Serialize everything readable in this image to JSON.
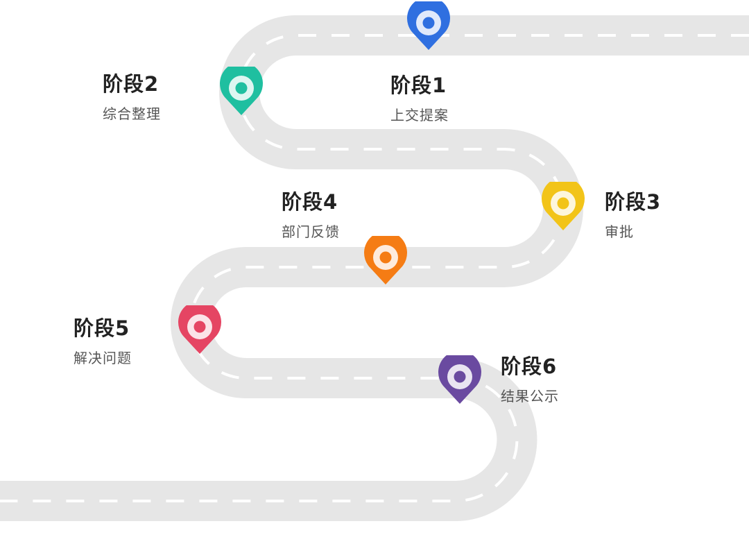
{
  "stages": [
    {
      "title": "阶段1",
      "subtitle": "上交提案",
      "color": "#2f6fe0"
    },
    {
      "title": "阶段2",
      "subtitle": "综合整理",
      "color": "#1fbfa0"
    },
    {
      "title": "阶段3",
      "subtitle": "审批",
      "color": "#f2c419"
    },
    {
      "title": "阶段4",
      "subtitle": "部门反馈",
      "color": "#f57c14"
    },
    {
      "title": "阶段5",
      "subtitle": "解决问题",
      "color": "#e54563"
    },
    {
      "title": "阶段6",
      "subtitle": "结果公示",
      "color": "#6a4aa0"
    }
  ]
}
